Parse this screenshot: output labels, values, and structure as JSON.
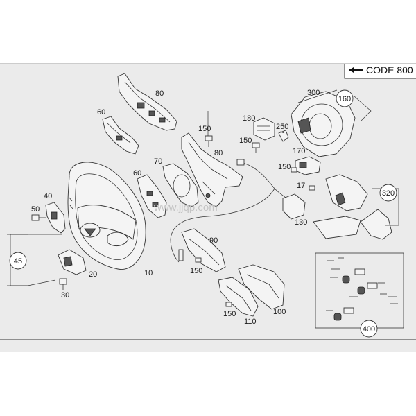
{
  "header": {
    "code_label": "CODE 800"
  },
  "watermark": "www.jjqp.com",
  "callouts": {
    "c80a": "80",
    "c60a": "60",
    "c150a": "150",
    "c80b": "80",
    "c70": "70",
    "c60b": "60",
    "c40": "40",
    "c50": "50",
    "c180": "180",
    "c300": "300",
    "c160": "160",
    "c250": "250",
    "c150b": "150",
    "c170": "170",
    "c150c": "150",
    "c17": "17",
    "c320": "320",
    "c130": "130",
    "c90": "90",
    "c150d": "150",
    "c45": "45",
    "c20": "20",
    "c30": "30",
    "c10": "10",
    "c100": "100",
    "c110": "110",
    "c150e": "150",
    "c400": "400"
  }
}
